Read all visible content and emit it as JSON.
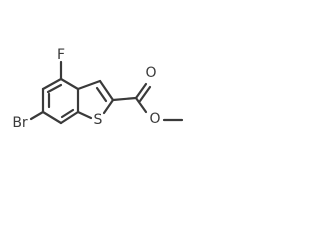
{
  "molecule": {
    "atoms": {
      "fluorine": "F",
      "bromine": "Br",
      "sulfur": "S",
      "carbonyl_oxygen": "O",
      "ester_oxygen": "O"
    },
    "bond_color": "#3a3a3a",
    "label_color": "#3a3a3a",
    "background": "#ffffff"
  }
}
